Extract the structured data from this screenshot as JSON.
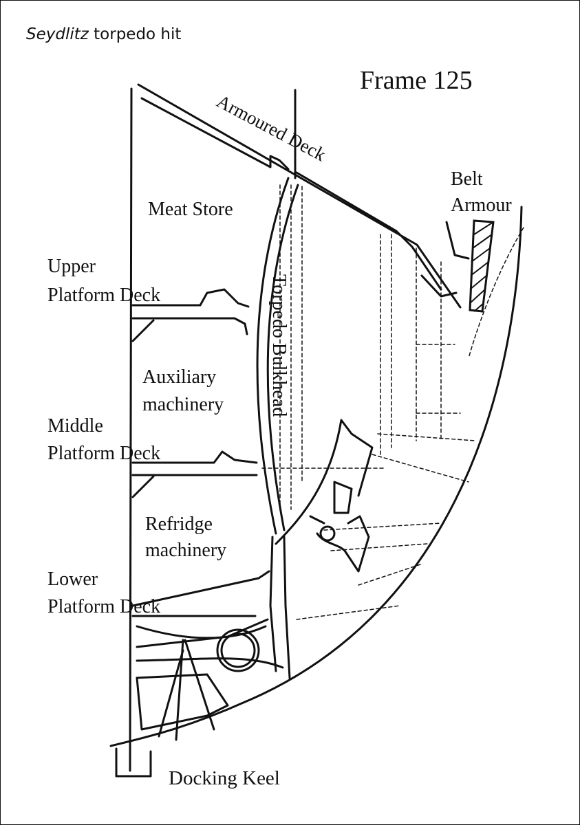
{
  "caption": {
    "ship_name": "Seydlitz",
    "text": "torpedo hit"
  },
  "title": "Frame 125",
  "labels": {
    "armoured_deck": "Armoured Deck",
    "belt_armour_1": "Belt",
    "belt_armour_2": "Armour",
    "meat_store": "Meat Store",
    "upper_platform_1": "Upper",
    "upper_platform_2": "Platform Deck",
    "torpedo_bulkhead": "Torpedo Bulkhead",
    "auxiliary_1": "Auxiliary",
    "auxiliary_2": "machinery",
    "middle_platform_1": "Middle",
    "middle_platform_2": "Platform Deck",
    "refridge_1": "Refridge",
    "refridge_2": "machinery",
    "lower_platform_1": "Lower",
    "lower_platform_2": "Platform Deck",
    "docking_keel": "Docking Keel"
  }
}
